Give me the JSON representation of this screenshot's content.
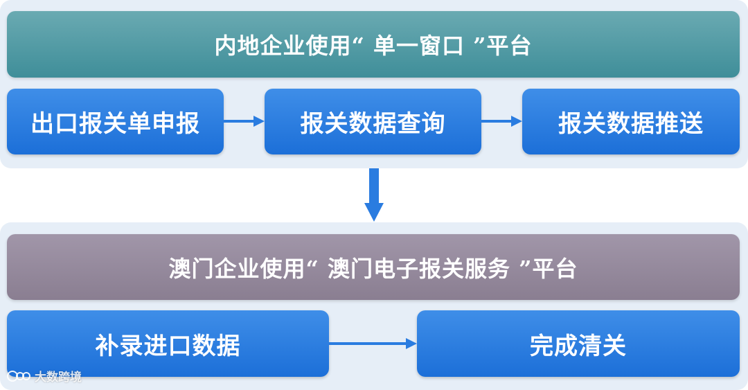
{
  "mainland": {
    "title": "内地企业使用“ 单一窗口 ”平台",
    "steps": [
      "出口报关单申报",
      "报关数据查询",
      "报关数据推送"
    ]
  },
  "macau": {
    "title": "澳门企业使用“ 澳门电子报关服务 ”平台",
    "steps": [
      "补录进口数据",
      "完成清关"
    ]
  },
  "watermark": {
    "text": "大数跨境"
  },
  "colors": {
    "panel_bg": "#e6eef7",
    "top_header": "#4f99a3",
    "bottom_header": "#958a9c",
    "step_box": "#2a7ce0",
    "arrow": "#2a7ce0"
  },
  "icons": {
    "arrow": "right-arrow-icon",
    "down_arrow": "down-arrow-icon",
    "watermark_logo": "brand-logo-icon"
  }
}
